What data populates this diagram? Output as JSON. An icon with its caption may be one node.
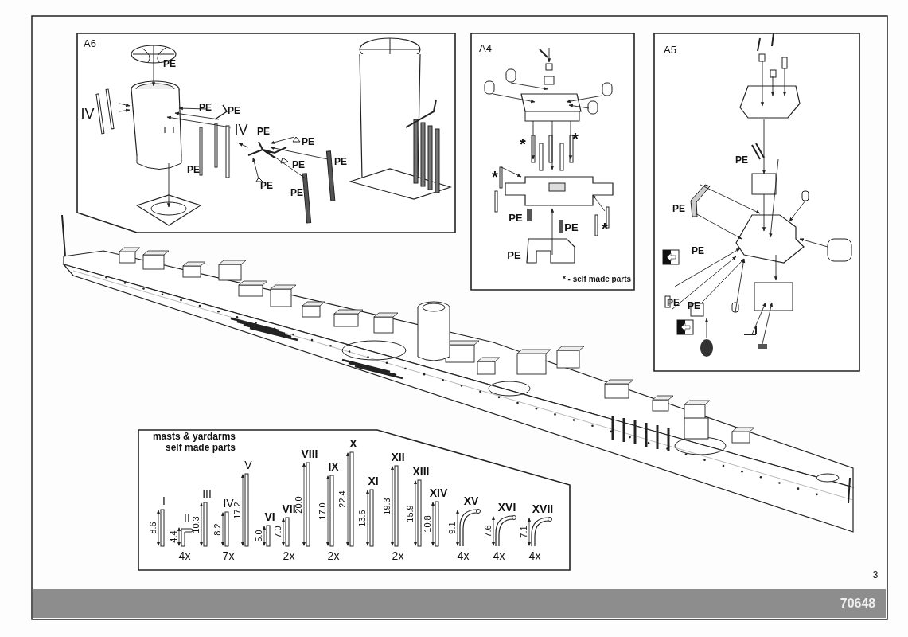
{
  "diagram": {
    "nodes": [
      {
        "text": [
          "A6"
        ]
      },
      {
        "text": [
          "A4"
        ]
      },
      {
        "text": [
          "A5"
        ]
      },
      {
        "text": [
          "masts & yardarms self made parts"
        ]
      },
      {
        "text": [
          "I"
        ],
        "in": 3,
        "beside": [
          "8.6"
        ]
      },
      {
        "text": [
          "II"
        ],
        "in": 3,
        "beside": [
          "4.4",
          "4x"
        ]
      },
      {
        "text": [
          "III"
        ],
        "in": 3,
        "beside": [
          "10.3"
        ]
      },
      {
        "text": [
          "IV"
        ],
        "in": 3,
        "beside": [
          "8.2",
          "7x"
        ]
      },
      {
        "text": [
          "V"
        ],
        "in": 3,
        "beside": [
          "17.2"
        ]
      },
      {
        "text": [
          "VI"
        ],
        "in": 3,
        "beside": [
          "5.0"
        ]
      },
      {
        "text": [
          "VII"
        ],
        "in": 3,
        "beside": [
          "7.0",
          "2x"
        ]
      },
      {
        "text": [
          "VIII"
        ],
        "in": 3,
        "beside": [
          "20.0"
        ]
      },
      {
        "text": [
          "IX"
        ],
        "in": 3,
        "beside": [
          "17.0",
          "2x"
        ]
      },
      {
        "text": [
          "X"
        ],
        "in": 3,
        "beside": [
          "22.4"
        ]
      },
      {
        "text": [
          "XI"
        ],
        "in": 3,
        "beside": [
          "13.6"
        ]
      },
      {
        "text": [
          "XII"
        ],
        "in": 3,
        "beside": [
          "19.3",
          "2x"
        ]
      },
      {
        "text": [
          "XIII"
        ],
        "in": 3,
        "beside": [
          "15.9"
        ]
      },
      {
        "text": [
          "XIV"
        ],
        "in": 3,
        "beside": [
          "10.8"
        ]
      },
      {
        "text": [
          "XV"
        ],
        "in": 3,
        "beside": [
          "9.1",
          "4x"
        ]
      },
      {
        "text": [
          "XVI"
        ],
        "in": 3,
        "beside": [
          "7.6",
          "4x"
        ]
      },
      {
        "text": [
          "XVII"
        ],
        "in": 3,
        "beside": [
          "7.1",
          "4x"
        ]
      }
    ],
    "labels": [
      "PE",
      "IV",
      "I",
      "I",
      "PE",
      "PE",
      "IV",
      "PE",
      "PE",
      "PE",
      "PE",
      "PE",
      "PE",
      "PE",
      "*",
      "*",
      "*",
      "PE",
      "PE",
      "*",
      "PE",
      "* - self made parts",
      "PE",
      "PE",
      "PE",
      "PE",
      "PE",
      "3",
      "70648"
    ]
  }
}
